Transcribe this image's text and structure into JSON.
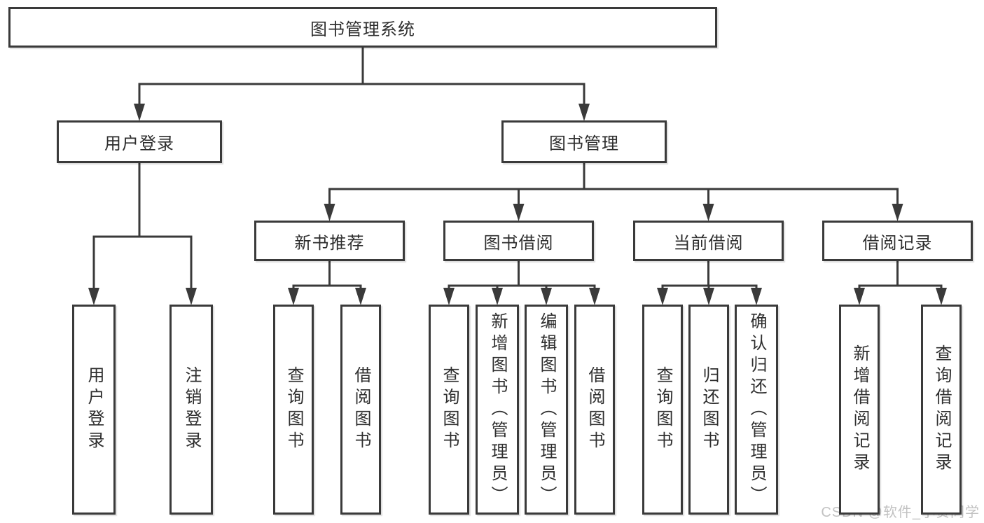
{
  "colors": {
    "line": "#3a3a3a",
    "box_border": "#3a3a3a",
    "box_fill": "#ffffff",
    "text": "#2e2e2e",
    "background": "#ffffff",
    "watermark": "#c2c2c2"
  },
  "watermark": {
    "text": "CSDN @软件_小贺同学"
  },
  "nodes": {
    "root": {
      "label": "图书管理系统"
    },
    "login": {
      "label": "用户登录"
    },
    "mgmt": {
      "label": "图书管理"
    },
    "login_user": {
      "label": "用户登录"
    },
    "login_logout": {
      "label": "注销登录"
    },
    "rec": {
      "label": "新书推荐"
    },
    "borrow": {
      "label": "图书借阅"
    },
    "current": {
      "label": "当前借阅"
    },
    "records": {
      "label": "借阅记录"
    },
    "rec_query": {
      "label": "查询图书"
    },
    "rec_borrow": {
      "label": "借阅图书"
    },
    "bor_query": {
      "label": "查询图书"
    },
    "bor_add": {
      "label": "新增图书（管理员）"
    },
    "bor_edit": {
      "label": "编辑图书（管理员）"
    },
    "bor_borrow": {
      "label": "借阅图书"
    },
    "cur_query": {
      "label": "查询图书"
    },
    "cur_return": {
      "label": "归还图书"
    },
    "cur_confirm": {
      "label": "确认归还（管理员）"
    },
    "recd_add": {
      "label": "新增借阅记录"
    },
    "recd_query": {
      "label": "查询借阅记录"
    }
  },
  "edges": [
    {
      "parent": "root",
      "children": [
        "login",
        "mgmt"
      ]
    },
    {
      "parent": "login",
      "children": [
        "login_user",
        "login_logout"
      ]
    },
    {
      "parent": "mgmt",
      "children": [
        "rec",
        "borrow",
        "current",
        "records"
      ]
    },
    {
      "parent": "rec",
      "children": [
        "rec_query",
        "rec_borrow"
      ]
    },
    {
      "parent": "borrow",
      "children": [
        "bor_query",
        "bor_add",
        "bor_edit",
        "bor_borrow"
      ]
    },
    {
      "parent": "current",
      "children": [
        "cur_query",
        "cur_return",
        "cur_confirm"
      ]
    },
    {
      "parent": "records",
      "children": [
        "recd_add",
        "recd_query"
      ]
    }
  ]
}
